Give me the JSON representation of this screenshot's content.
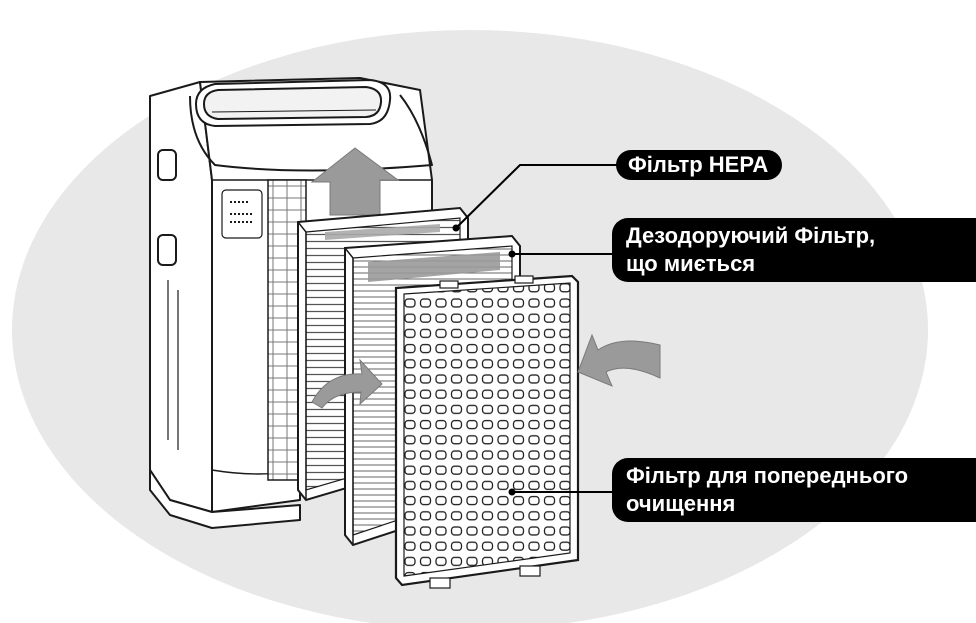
{
  "labels": {
    "hepa": {
      "line1": "Фільтр HEPA"
    },
    "deodorizing": {
      "line1": "Дезодоруючий Фільтр,",
      "line2": "що миється"
    },
    "prefilter": {
      "line1": "Фільтр для попереднього",
      "line2": "очищення"
    }
  },
  "colors": {
    "background_circle": "#e8e8e8",
    "label_background": "#000000",
    "label_text": "#ffffff",
    "arrow_fill": "#9a9a9a",
    "outline": "#1a1a1a"
  }
}
